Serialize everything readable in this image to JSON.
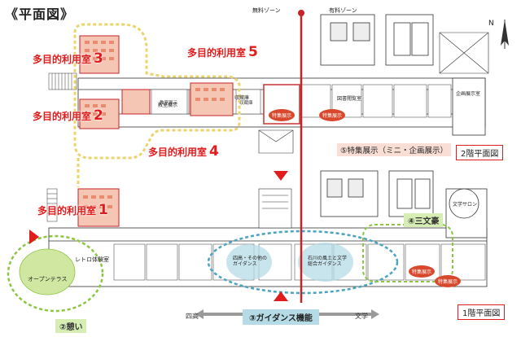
{
  "title": "《平面図》",
  "zones": {
    "free": "無料ゾーン",
    "paid": "有料ゾーン"
  },
  "floors": {
    "second": "2階平面図",
    "first": "1階平面図"
  },
  "multipurpose": [
    {
      "text": "多目的利用室",
      "num": "1"
    },
    {
      "text": "多目的利用室",
      "num": "2"
    },
    {
      "text": "多目的利用室",
      "num": "3"
    },
    {
      "text": "多目的利用室",
      "num": "4"
    },
    {
      "text": "多目的利用室",
      "num": "5"
    }
  ],
  "special_exhibit": "⑤特集展示（ミニ・企画展示）",
  "sanbungo": "④三文豪",
  "guidance": "③ガイダンス機能",
  "ikoi": "②憩い",
  "open_terrace": "オープンテラス",
  "retro_room": "レトロ体験室",
  "direction_left": "四高",
  "direction_right": "文学",
  "tags": {
    "tokushu_2f_a": "特集展示",
    "tokushu_2f_b": "特集展示",
    "tokushu_1f_a": "特集展示",
    "tokushu_1f_b": "特集展示"
  },
  "rooms_2f": {
    "kyoyo": "教室展示",
    "shueihou": "収蔵庫",
    "kikaku": "企画展示室",
    "shiryo": "図書閲覧室"
  },
  "rooms_1f": {
    "bungaku_salon": "文学サロン",
    "guidance_a": "四高・その他の\nガイダンス",
    "guidance_b": "石川の風土と文学\n総合ガイダンス"
  },
  "compass_label": "N"
}
